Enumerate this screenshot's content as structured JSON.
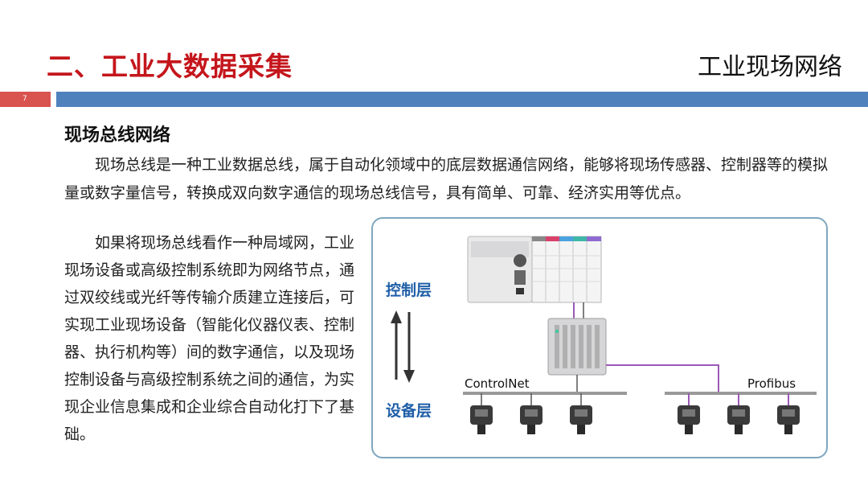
{
  "header": {
    "title": "二、工业大数据采集",
    "subtitle": "工业现场网络",
    "page_number": "7"
  },
  "content": {
    "heading": "现场总线网络",
    "paragraph1": "现场总线是一种工业数据总线，属于自动化领域中的底层数据通信网络，能够将现场传感器、控制器等的模拟量或数字量信号，转换成双向数字通信的现场总线信号，具有简单、可靠、经济实用等优点。",
    "paragraph2": "如果将现场总线看作一种局域网，工业现场设备或高级控制系统即为网络节点，通过双绞线或光纤等传输介质建立连接后，可实现工业现场设备（智能化仪器仪表、控制器、执行机构等）间的数字通信，以及现场控制设备与高级控制系统之间的通信，为实现企业信息集成和企业综合自动化打下了基础。"
  },
  "diagram": {
    "control_layer_label": "控制层",
    "device_layer_label": "设备层",
    "network_left": "ControlNet",
    "network_right": "Profibus",
    "colors": {
      "frame": "#7fa7bf",
      "layer_label": "#1f5fa8",
      "bus_line": "#999999",
      "link_line": "#9b59b6"
    }
  }
}
